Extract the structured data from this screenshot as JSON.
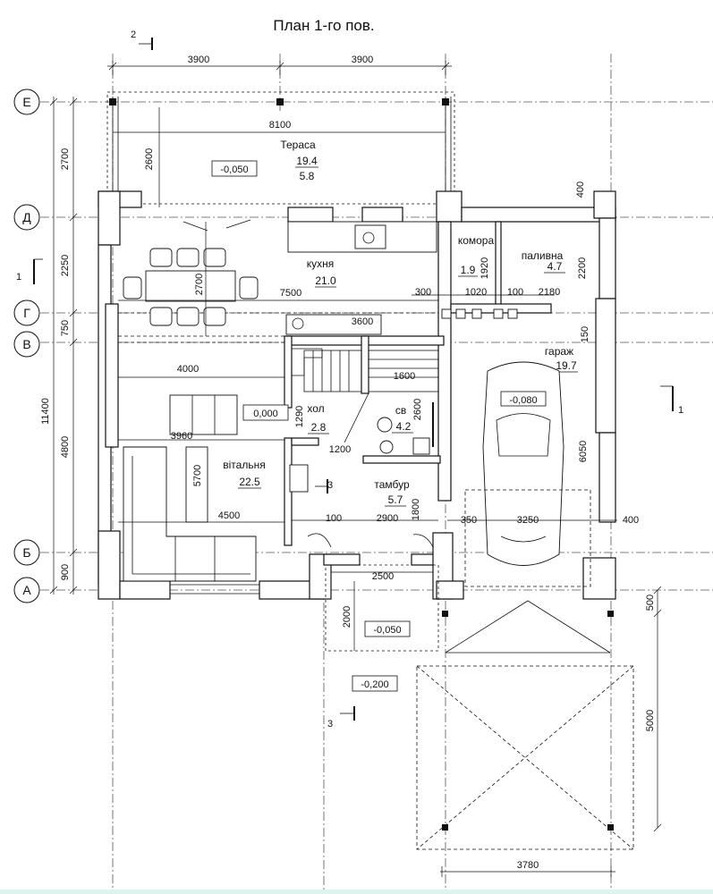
{
  "title": "План 1-го пов.",
  "axes": {
    "rows": [
      "Е",
      "Д",
      "Г",
      "В",
      "Б",
      "А"
    ]
  },
  "rooms": [
    {
      "id": "terrace",
      "name": "Тераса",
      "area": "19.4",
      "sub": "5.8"
    },
    {
      "id": "kitchen",
      "name": "кухня",
      "area": "21.0"
    },
    {
      "id": "pantry",
      "name": "комора",
      "area": "1.9"
    },
    {
      "id": "boiler",
      "name": "паливна",
      "area": "4.7"
    },
    {
      "id": "garage",
      "name": "гараж",
      "area": "19.7"
    },
    {
      "id": "hall",
      "name": "хол",
      "area": "2.8"
    },
    {
      "id": "wc",
      "name": "св",
      "area": "4.2"
    },
    {
      "id": "living",
      "name": "вітальня",
      "area": "22.5"
    },
    {
      "id": "vestibule",
      "name": "тамбур",
      "area": "5.7"
    }
  ],
  "levels": [
    "-0,050",
    "0,000",
    "-0,080",
    "-0,050",
    "-0,200"
  ],
  "dimensions": {
    "top": [
      "3900",
      "3900"
    ],
    "terrace_width": "8100",
    "left": [
      "2700",
      "2250",
      "750",
      "4800",
      "900"
    ],
    "left_total": "11400",
    "right": [
      "400",
      "2200",
      "150",
      "6050",
      "400"
    ],
    "interior": [
      "2600",
      "2700",
      "7500",
      "300",
      "1020",
      "100",
      "2180",
      "1920",
      "3600",
      "4000",
      "1600",
      "2600",
      "1290",
      "3960",
      "1200",
      "5700",
      "4500",
      "100",
      "2900",
      "350",
      "3250",
      "400",
      "1800",
      "2500",
      "2000",
      "500",
      "5000",
      "3780"
    ]
  },
  "section_marks": [
    "2",
    "1",
    "1",
    "3",
    "3"
  ]
}
